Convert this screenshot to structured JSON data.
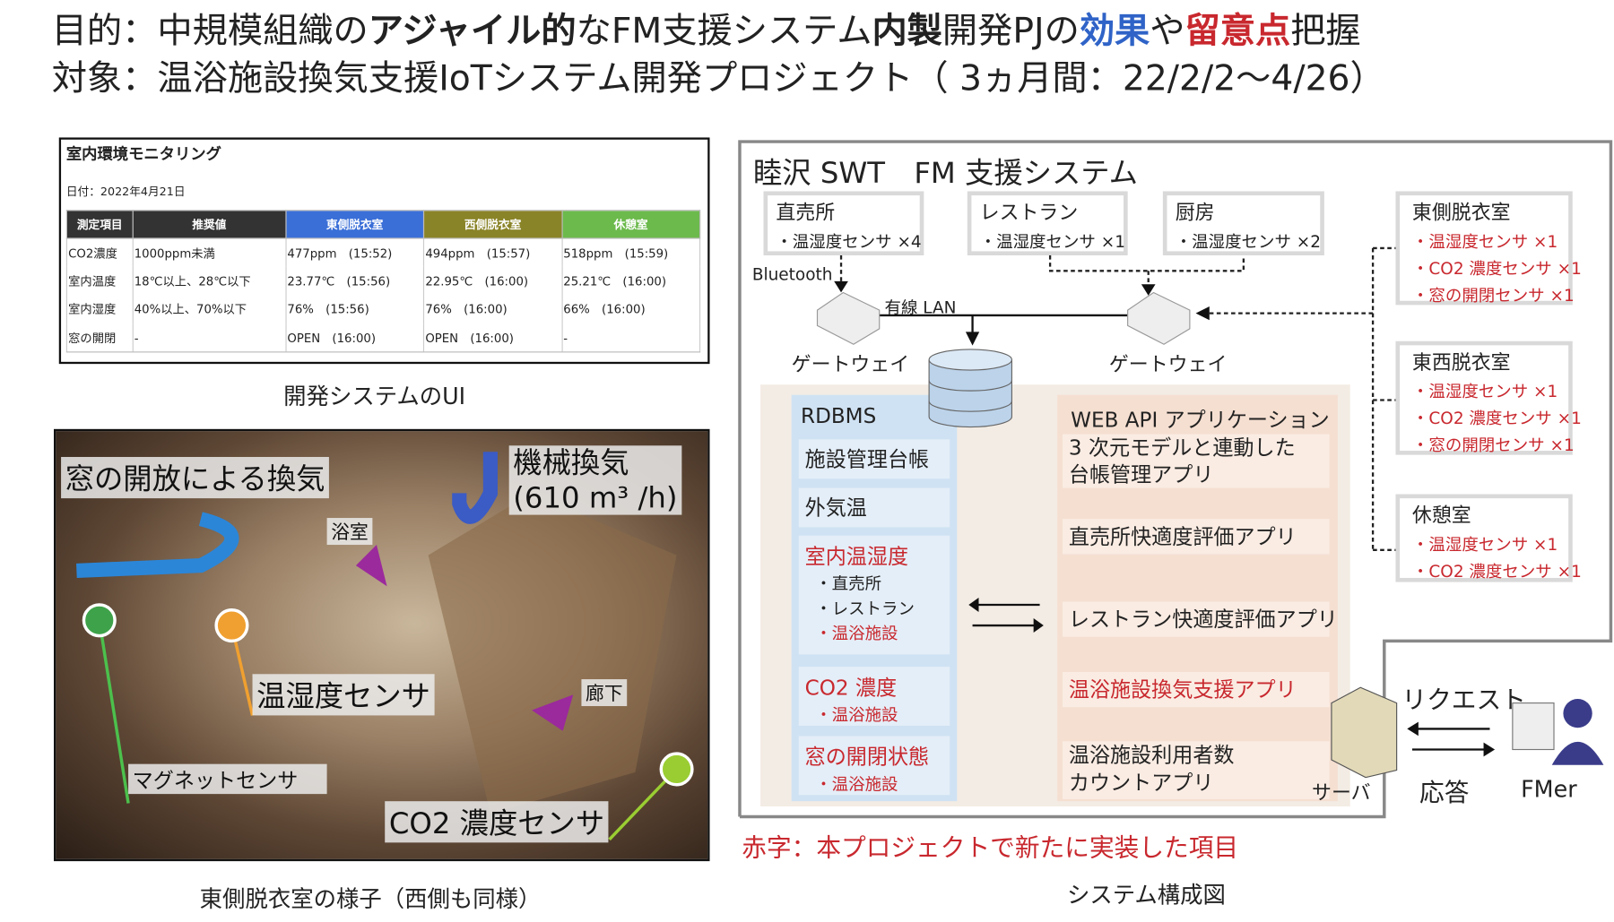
{
  "title": {
    "line1": [
      "目的：中規模組織の",
      "アジャイル的",
      "なFM支援システム",
      "内製",
      "開発PJの",
      "効果",
      "や",
      "留意点",
      "把握"
    ],
    "line2": "対象：温浴施設換気支援IoTシステム開発プロジェクト（ 3ヵ月間：22/2/2〜4/26）"
  },
  "ui_panel": {
    "title": "室内環境モニタリング",
    "date": "日付：2022年4月21日",
    "headers": [
      "測定項目",
      "推奨値",
      "東側脱衣室",
      "西側脱衣室",
      "休憩室"
    ],
    "header_colors": [
      "#333333",
      "#333333",
      "#3a6fd8",
      "#8a8428",
      "#6cba4c"
    ],
    "rows": [
      [
        "CO2濃度",
        "1000ppm未満",
        "477ppm　(15:52)",
        "494ppm　(15:57)",
        "518ppm　(15:59)"
      ],
      [
        "室内温度",
        "18℃以上、28℃以下",
        "23.77℃　(15:56)",
        "22.95℃　(16:00)",
        "25.21℃　(16:00)"
      ],
      [
        "室内湿度",
        "40%以上、70%以下",
        "76%　(15:56)",
        "76%　(16:00)",
        "66%　(16:00)"
      ],
      [
        "窓の開閉",
        "-",
        "OPEN　(16:00)",
        "OPEN　(16:00)",
        "-"
      ]
    ],
    "caption": "開発システムのUI"
  },
  "photo": {
    "labels": [
      "窓の開放による換気",
      "機械換気",
      "(610 m³ /h)",
      "浴室",
      "廊下",
      "温湿度センサ",
      "マグネットセンサ",
      "CO2 濃度センサ"
    ],
    "caption": "東側脱衣室の様子（西側も同様）"
  },
  "diagram": {
    "title": "睦沢 SWT　FM 支援システム",
    "sites": [
      {
        "name": "直売所",
        "item": "・温湿度センサ ×4"
      },
      {
        "name": "レストラン",
        "item": "・温湿度センサ ×1"
      },
      {
        "name": "厨房",
        "item": "・温湿度センサ ×2"
      }
    ],
    "rooms": [
      {
        "name": "東側脱衣室",
        "items": [
          "・温湿度センサ ×1",
          "・CO2 濃度センサ ×1",
          "・窓の開閉センサ ×1"
        ]
      },
      {
        "name": "東西脱衣室",
        "items": [
          "・温湿度センサ ×1",
          "・CO2 濃度センサ ×1",
          "・窓の開閉センサ ×1"
        ]
      },
      {
        "name": "休憩室",
        "items": [
          "・温湿度センサ ×1",
          "・CO2 濃度センサ ×1"
        ]
      }
    ],
    "bluetooth": "Bluetooth",
    "lan": "有線 LAN",
    "gateway": "ゲートウェイ",
    "rdbms": {
      "title": "RDBMS",
      "items": [
        "施設管理台帳",
        "外気温",
        "室内温湿度",
        "・直売所",
        "・レストラン",
        "・温浴施設",
        "CO2 濃度",
        "・温浴施設",
        "窓の開閉状態",
        "・温浴施設"
      ]
    },
    "webapi": {
      "title": "WEB API アプリケーション",
      "apps": [
        "3 次元モデルと連動した",
        "台帳管理アプリ",
        "直売所快適度評価アプリ",
        "レストラン快適度評価アプリ",
        "温浴施設換気支援アプリ",
        "温浴施設利用者数",
        "カウントアプリ"
      ]
    },
    "server": "サーバ",
    "request": "リクエスト",
    "response": "応答",
    "user": "FMer",
    "note": "赤字：本プロジェクトで新たに実装した項目",
    "caption": "システム構成図"
  },
  "colors": {
    "red": "#c8282e",
    "blue": "#2f63c7"
  }
}
